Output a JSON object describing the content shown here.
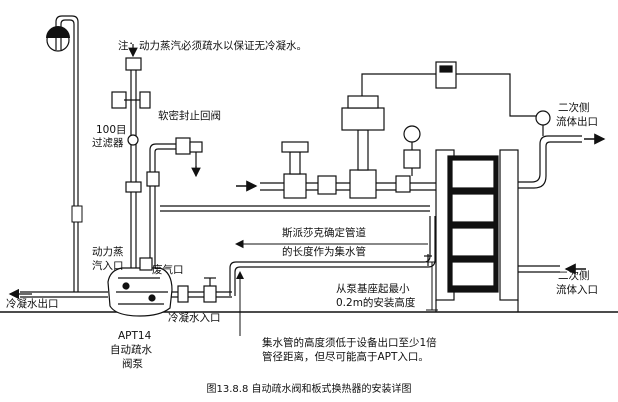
{
  "labels": {
    "note": "注：动力蒸汽必须疏水以保证无冷凝水。",
    "filter_1": "100目",
    "filter_2": "过滤器",
    "soft_seal_check_valve": "软密封止回阀",
    "secondary_out_1": "二次侧",
    "secondary_out_2": "流体出口",
    "secondary_in_1": "二次侧",
    "secondary_in_2": "流体入口",
    "header_note_1": "斯派莎克确定管道",
    "header_note_2": "的长度作为集水管",
    "motive_steam_1": "动力蒸",
    "motive_steam_2": "汽入口",
    "exhaust_port": "废气口",
    "condensate_outlet": "冷凝水出口",
    "condensate_inlet": "冷凝水入口",
    "pump_1": "APT14",
    "pump_2": "自动疏水",
    "pump_3": "阀泵",
    "install_height_1": "从泵基座起最小",
    "install_height_2": "0.2m的安装高度",
    "collector_note_1": "集水管的高度须低于设备出口至少1倍",
    "collector_note_2": "管径距离，但尽可能高于APT入口。",
    "caption": "图13.8.8 自动疏水阀和板式换热器的安装详图"
  },
  "colors": {
    "line": "#111111",
    "background": "#ffffff"
  }
}
